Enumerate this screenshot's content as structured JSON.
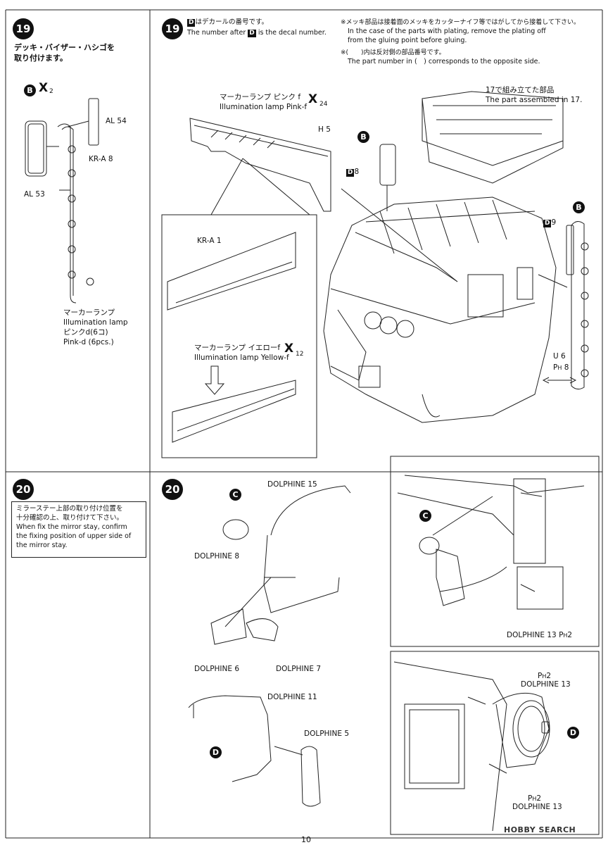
{
  "left19": {
    "step": "19",
    "title_line1": "デッキ・バイザー・ハシゴを",
    "title_line2": "取り付けます。",
    "marker": "B",
    "x_mark": "X",
    "x_num": "2",
    "al54": "AL",
    "al54_num": "54",
    "krA8": "KR-A",
    "krA8_num": "8",
    "al53": "AL",
    "al53_num": "53",
    "lamp_jp": "マーカーランプ",
    "lamp_en": "Illumination lamp",
    "pink_jp": "ピンクd(6コ)",
    "pink_en": "Pink-d (6pcs.)"
  },
  "main19": {
    "step": "19",
    "decal_prefix_jp": "D",
    "decal_jp": "はデカールの番号です。",
    "decal_en_pre": "The number after",
    "decal_en_post": "is the decal number.",
    "plating_jp": "※メッキ部品は接着面のメッキをカッターナイフ等ではがしてから接着して下さい。",
    "plating_en1": "In the case of the parts with plating, remove the plating off",
    "plating_en2": "from the gluing point before gluing.",
    "opp_jp": "※(　　)内は反対側の部品番号です。",
    "opp_en": "The part number in (　) corresponds to the opposite side.",
    "assembled_jp": "17で組み立てた部品",
    "assembled_en": "The part assembled in 17.",
    "pinkf_jp": "マーカーランプ ピンク f",
    "pinkf_en": "Illumination lamp Pink-f",
    "pinkf_num": "24",
    "h5": "H",
    "h5_num": "5",
    "b_marker": "B",
    "d8": "8",
    "d9": "9",
    "kra1": "KR-A",
    "kra1_num": "1",
    "yellowf_jp": "マーカーランプ イエローf",
    "yellowf_en": "Illumination lamp Yellow-f",
    "yellowf_num": "12",
    "u6": "U",
    "u6_num": "6",
    "ph8": "8"
  },
  "left20": {
    "step": "20",
    "note_jp1": "ミラーステー上部の取り付け位置を",
    "note_jp2": "十分確認の上、取り付けて下さい。",
    "note_en1": "When fix the mirror stay, confirm",
    "note_en2": "the fixing position of upper side of",
    "note_en3": "the mirror stay."
  },
  "main20": {
    "step": "20",
    "c_marker": "C",
    "d_marker": "D",
    "dolphine15": "DOLPHINE",
    "dolphine15_num": "15",
    "dolphine8": "DOLPHINE",
    "dolphine8_num": "8",
    "dolphine6": "DOLPHINE",
    "dolphine6_num": "6",
    "dolphine7": "DOLPHINE",
    "dolphine7_num": "7",
    "dolphine11": "DOLPHINE",
    "dolphine11_num": "11",
    "dolphine5": "DOLPHINE",
    "dolphine5_num": "5",
    "dolphine13a": "DOLPHINE",
    "dolphine13_num": "13",
    "ph2": "2",
    "dolphine13b": "DOLPHINE",
    "dolphine13c": "DOLPHINE"
  },
  "footer": {
    "page": "10",
    "watermark": "HOBBY SEARCH"
  }
}
